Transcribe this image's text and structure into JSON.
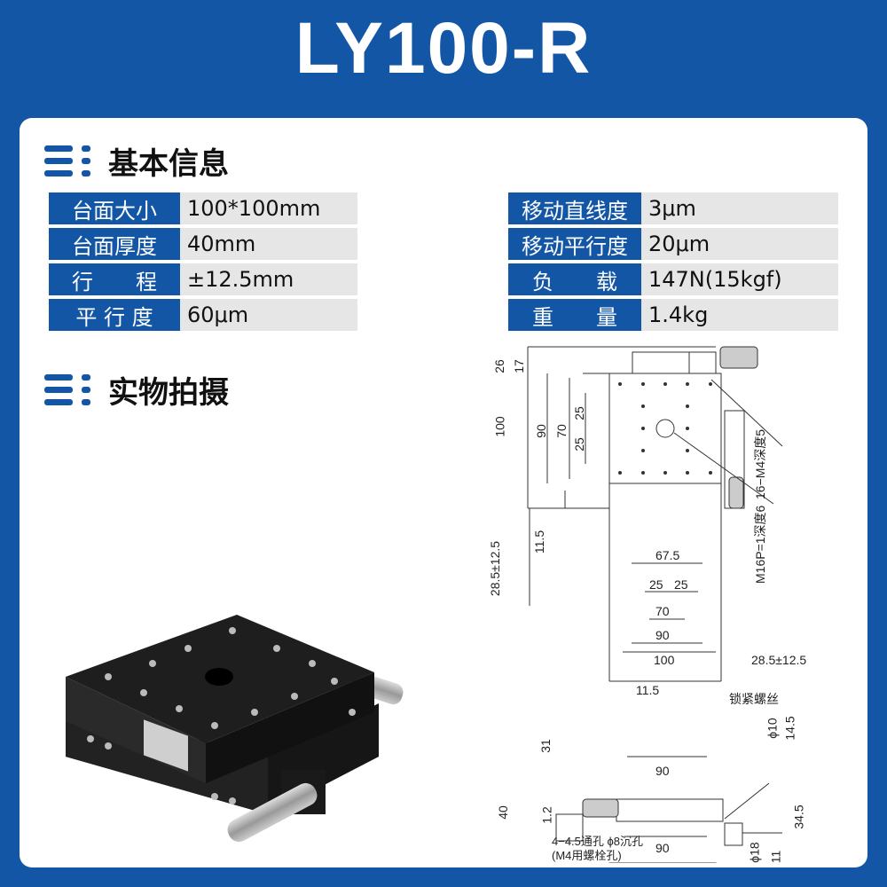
{
  "title": "LY100-R",
  "sections": {
    "basic_info": "基本信息",
    "photo": "实物拍摄"
  },
  "left_specs": [
    {
      "label": "台面大小",
      "value": "100*100mm"
    },
    {
      "label": "台面厚度",
      "value": "40mm"
    },
    {
      "label": "行　　程",
      "value": "±12.5mm"
    },
    {
      "label": "平 行 度",
      "value": "60μm"
    }
  ],
  "right_specs": [
    {
      "label": "移动直线度",
      "value": "3μm"
    },
    {
      "label": "移动平行度",
      "value": "20μm"
    },
    {
      "label": "负　　载",
      "value": "147N(15kgf)"
    },
    {
      "label": "重　　量",
      "value": "1.4kg"
    }
  ],
  "drawing_labels": {
    "d26": "26",
    "d17": "17",
    "d100v": "100",
    "d90v": "90",
    "d70v": "70",
    "d25a": "25",
    "d25b": "25",
    "d11_5v": "11.5",
    "d28_5v": "28.5±12.5",
    "d67_5": "67.5",
    "d25c": "25",
    "d25d": "25",
    "d70h": "70",
    "d90h": "90",
    "d100h": "100",
    "d28_5h": "28.5±12.5",
    "d11_5h": "11.5",
    "tap1": "16−M4深度5",
    "tap2": "M16P=1深度6",
    "lock_screw": "锁紧螺丝",
    "phi10": "ϕ10",
    "d14_5": "14.5",
    "d31": "31",
    "d90s": "90",
    "d40": "40",
    "d1_2": "1.2",
    "phi18": "ϕ18",
    "d11b": "11",
    "d34_5": "34.5",
    "d90b": "90",
    "hole1": "4−4.5通孔  ϕ8沉孔",
    "hole2": "(M4用螺栓孔)"
  },
  "colors": {
    "brand_blue": "#1356a6",
    "value_bg": "#e6e6e6"
  }
}
